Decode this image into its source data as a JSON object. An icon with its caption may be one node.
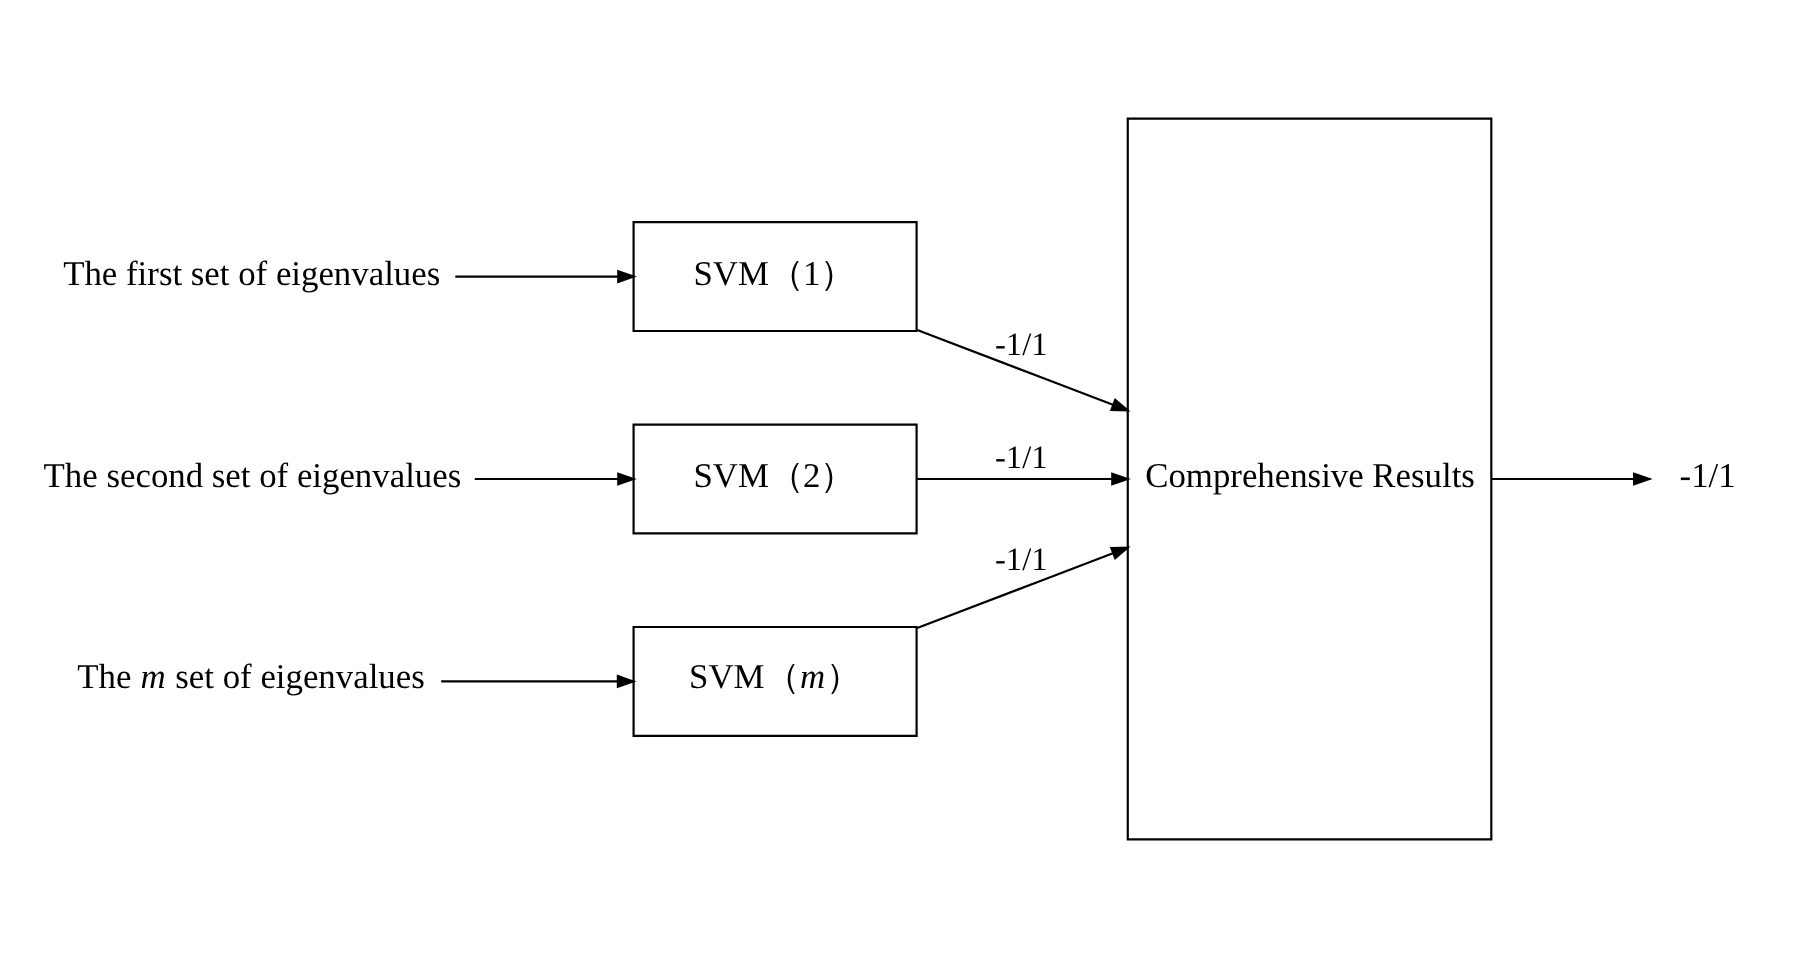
{
  "diagram": {
    "nodes": [
      {
        "text": [
          "The first set of eigenvalues"
        ]
      },
      {
        "text": [
          "SVM（1）"
        ]
      },
      {
        "text": [
          "The second set of eigenvalues"
        ]
      },
      {
        "text": [
          "SVM（2）"
        ]
      },
      {
        "text": [
          "The *m* set of eigenvalues"
        ]
      },
      {
        "text": [
          "SVM（*m*）"
        ]
      },
      {
        "text": [
          "Comprehensive Results"
        ]
      },
      {
        "text": [
          "-1/1"
        ]
      }
    ],
    "edges": [
      {
        "from": 0,
        "to": 1,
        "arrow": "to"
      },
      {
        "from": 1,
        "to": 6,
        "arrow": "to",
        "label": "-1/1"
      },
      {
        "from": 2,
        "to": 3,
        "arrow": "to"
      },
      {
        "from": 3,
        "to": 6,
        "arrow": "to",
        "label": "-1/1"
      },
      {
        "from": 4,
        "to": 5,
        "arrow": "to"
      },
      {
        "from": 5,
        "to": 6,
        "arrow": "to",
        "label": "-1/1"
      },
      {
        "from": 6,
        "to": 7,
        "arrow": "to"
      }
    ]
  }
}
